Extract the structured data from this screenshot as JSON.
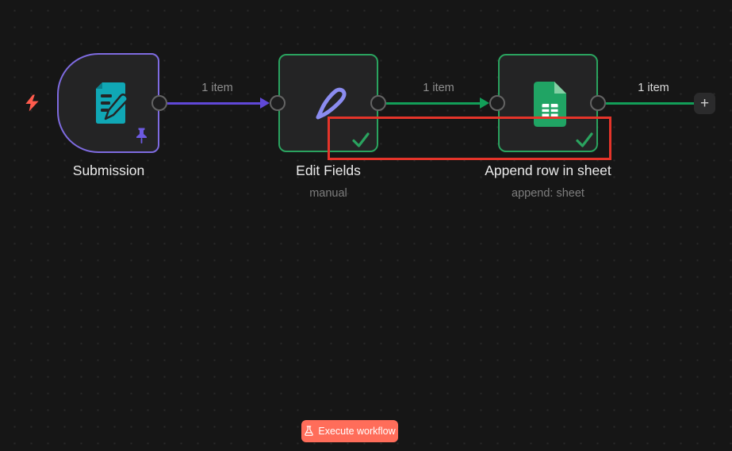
{
  "colors": {
    "canvas_bg": "#161616",
    "node_bg": "#242425",
    "trigger_border": "#7e6be0",
    "success_border": "#2aa35f",
    "purple_connection": "#6048d8",
    "green_connection": "#129e58",
    "check_green": "#2aa35f",
    "annotation_red": "#e5342a",
    "execute_button_bg": "#ff6d5a",
    "teal_icon": "#10a7b5",
    "pin_purple": "#6d5ae0",
    "pencil_purple": "#8b8cf0",
    "sheets_green": "#20a464",
    "sheets_fold": "#84d0a4",
    "bolt_coral": "#ff5b4d",
    "label_color": "#ececec",
    "subtitle_color": "#7d7d7d",
    "item_label_color": "#8f8f8f",
    "item_label_bright": "#dcdcdc",
    "plus_bg": "#2b2b2c",
    "plus_color": "#cfcfcf"
  },
  "nodes": [
    {
      "title": "Submission",
      "subtitle": "",
      "icon": "form-trigger-icon",
      "pinned": true,
      "status": "success"
    },
    {
      "title": "Edit Fields",
      "subtitle": "manual",
      "icon": "edit-pencil-icon",
      "status": "success"
    },
    {
      "title": "Append row in sheet",
      "subtitle": "append: sheet",
      "icon": "google-sheets-icon",
      "status": "success"
    }
  ],
  "connections": [
    {
      "from": "Submission",
      "to": "Edit Fields",
      "label": "1 item"
    },
    {
      "from": "Edit Fields",
      "to": "Append row in sheet",
      "label": "1 item"
    },
    {
      "from": "Append row in sheet",
      "to": "add-node",
      "label": "1 item"
    }
  ],
  "controls": {
    "execute_button_label": "Execute workflow",
    "add_node_button_label": "+"
  }
}
